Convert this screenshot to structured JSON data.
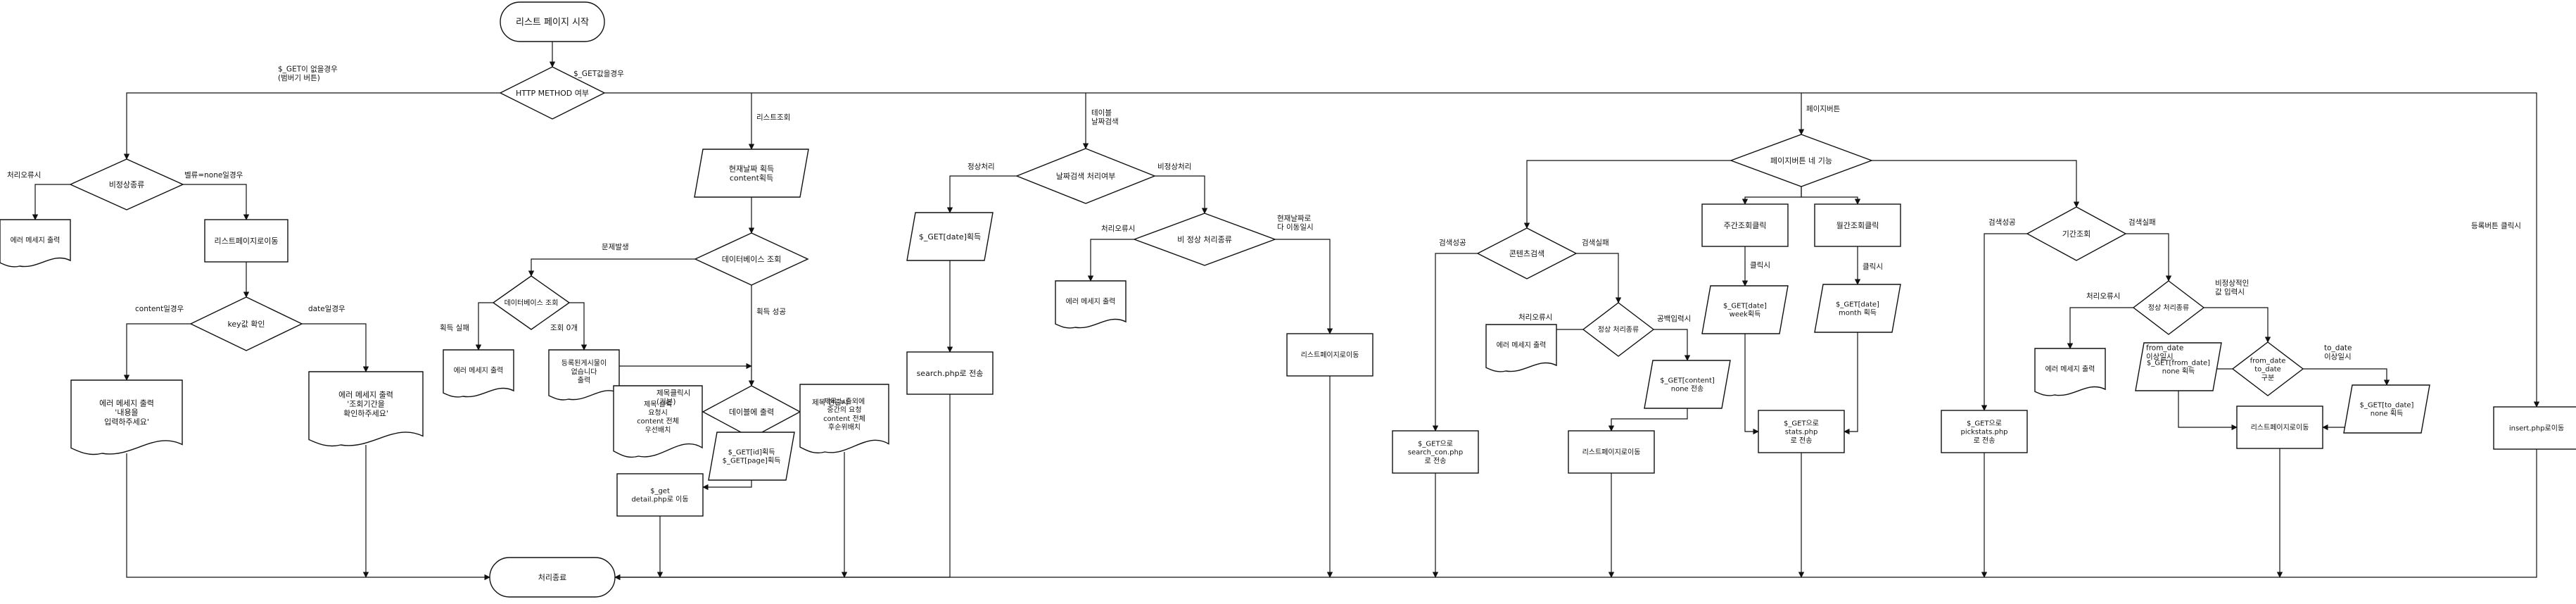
{
  "diagram": {
    "nodes": {
      "start": "리스트 페이지 시작",
      "method": "HTTP METHOD 여부",
      "end": "처리종료",
      "abn_type": "비정상종류",
      "err_out1": "에러 메세지 출력",
      "list_move1": "리스트페이지로이동",
      "key_check": "key값 확인",
      "err_content": "에러 메세지 출력\n'내용을\n입력하주세요'",
      "err_date": "에러 메세지 출력\n'조회기간을\n확인하주세요'",
      "get_now": "현재날짜 획득\ncontent획득",
      "db_query": "데이터베이스 조회",
      "db_query2": "데이터베이스 조회",
      "err_out2": "에러 메세지 출력",
      "no_reg": "등록된게시물이\n없습니다\n출력",
      "order": "데이블에 출력",
      "content_default": "제목 클릭\n요청시\ncontent 전체\n우선배치",
      "content_other": "제목 노출외에\n중간의 요청\ncontent 전체\n후순위배치",
      "get_id": "$_GET[id]획득\n$_GET[page]획득",
      "detail_move": "$_get\ndetail.php로 이동",
      "date_cond": "날짜검색 처리여부",
      "get_date": "$_GET[date]획득",
      "search_move": "search.php로 전송",
      "date_abn": "비 정상 처리종류",
      "err_out3": "에러 메세지 출력",
      "list_move2": "리스트페이지로이동",
      "paging": "페이지버튼 네 기능",
      "content_search": "콘텐츠검색",
      "normal_proc": "정상 처리종류",
      "err_out4": "에러 메세지 출력",
      "get_content_none": "$_GET[content]\nnone 전송",
      "list_move3": "리스트페이지로이동",
      "search_con": "$_GET으로\nsearch_con.php\n로 전송",
      "week_btn": "주간조회클릭",
      "get_week": "$_GET[date]\nweek획득",
      "month_btn": "월간조회클릭",
      "get_month": "$_GET[date]\nmonth 획득",
      "stats": "$_GET으로\nstats.php\n로 전송",
      "period": "기간조회",
      "normal_proc2": "정상 처리종류",
      "err_out5": "에러 메세지 출력",
      "from_to": "from_date\nto_date\n구분",
      "get_from": "$_GET[from_date]\nnone 획득",
      "get_to": "$_GET[to_date]\nnone 획득",
      "pickstats": "$_GET으로\npickstats.php\n로 전송",
      "list_move4": "리스트페이지로이동",
      "insert": "insert.php로이동"
    },
    "labels": {
      "l_get_none": "$_GET이 없을경우\n(범버기 버튼)",
      "l_get_exists": "$_GET값을경우",
      "l_err_proc1": "처리오류시",
      "l_value_none": "벨류=none일경우",
      "l_content_case": "content일경우",
      "l_date_case": "date일경우",
      "l_list_query": "리스트조회",
      "l_error_occur": "문제발생",
      "l_query_fail": "획득 실패",
      "l_query_zero": "조회 0개",
      "l_query_ok": "획득 성공",
      "l_title_req": "제목클릭시\n(기본)",
      "l_title_other": "제목 현출시",
      "l_table_date": "테이블\n날짜검색",
      "l_normal": "정상처리",
      "l_abnormal": "비정상처리",
      "l_err_proc2": "처리오류시",
      "l_current_date": "현재날짜로\n다 이동일시",
      "l_paging_btn": "페이지버튼",
      "l_search_ok": "검색성공",
      "l_search_fail": "검색실패",
      "l_err_proc3": "처리오류시",
      "l_blank_input": "공백입력시",
      "l_click1": "클릭시",
      "l_click2": "클릭시",
      "l_search_ok2": "검색성공",
      "l_search_fail2": "검색실패",
      "l_err_proc4": "처리오류시",
      "l_abn_input": "비정상적인\n값 입력시",
      "l_from_date": "from_date\n이상일시",
      "l_to_date": "to_date\n이상일시",
      "l_register_click": "등록버튼 클릭시"
    }
  }
}
